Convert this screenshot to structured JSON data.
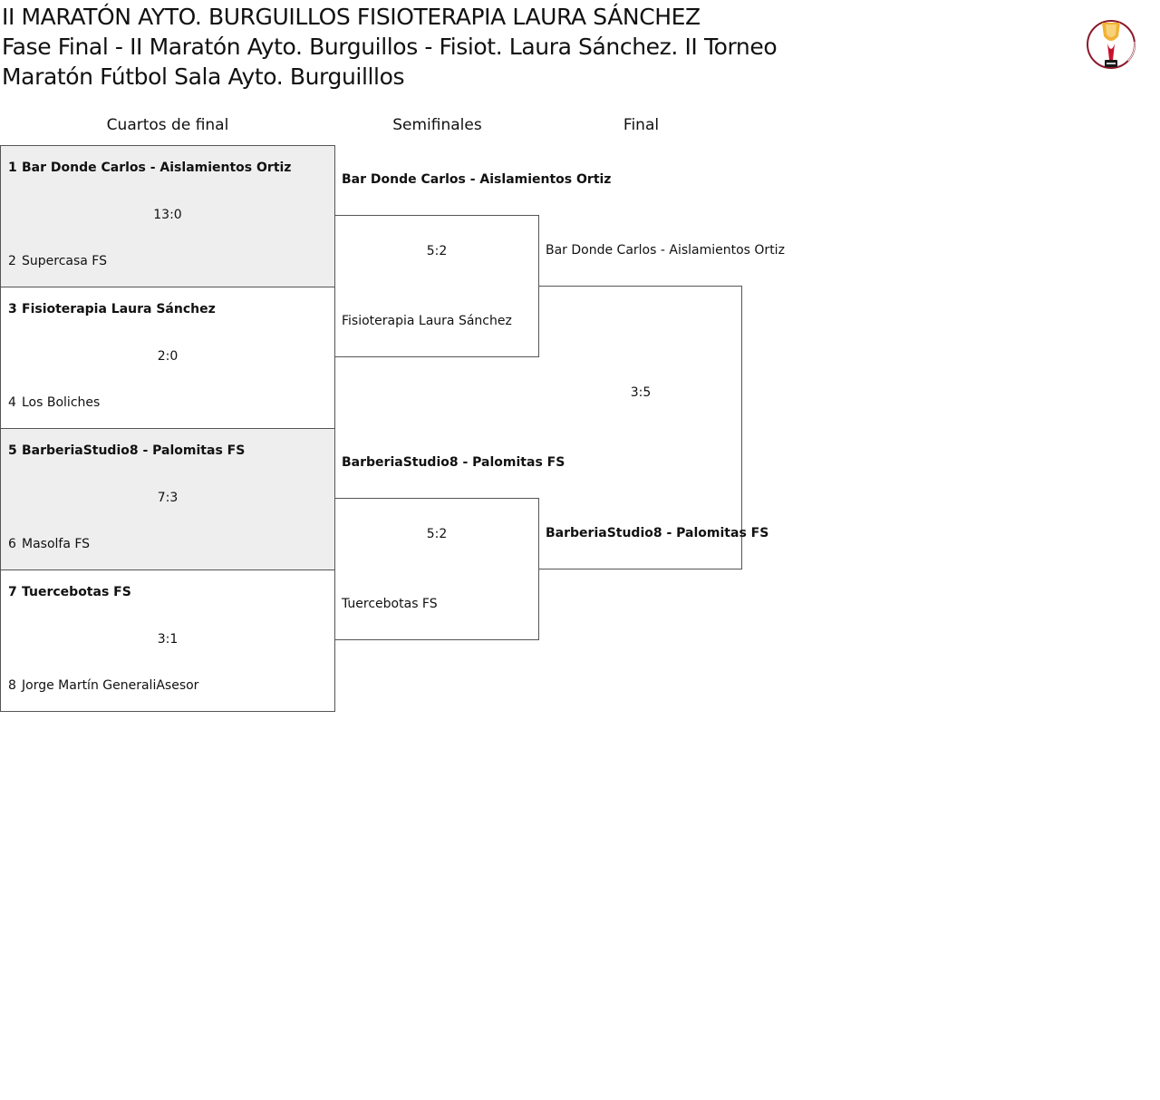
{
  "header": {
    "title_line1": "II MARATÓN AYTO. BURGUILLOS FISIOTERAPIA LAURA SÁNCHEZ",
    "title_line2": "Fase Final - II Maratón Ayto. Burguillos - Fisiot. Laura Sánchez. II Torneo Maratón Fútbol Sala Ayto. Burguilllos"
  },
  "rounds": {
    "quarterfinals": "Cuartos de final",
    "semifinals": "Semifinales",
    "final": "Final"
  },
  "quarterfinals": [
    {
      "seed_a": "1",
      "team_a": "Bar Donde Carlos - Aislamientos Ortiz",
      "score": "13:0",
      "seed_b": "2",
      "team_b": "Supercasa FS",
      "winner": "a"
    },
    {
      "seed_a": "3",
      "team_a": "Fisioterapia Laura Sánchez",
      "score": "2:0",
      "seed_b": "4",
      "team_b": "Los Boliches",
      "winner": "a"
    },
    {
      "seed_a": "5",
      "team_a": "BarberiaStudio8 - Palomitas FS",
      "score": "7:3",
      "seed_b": "6",
      "team_b": "Masolfa FS",
      "winner": "a"
    },
    {
      "seed_a": "7",
      "team_a": "Tuercebotas FS",
      "score": "3:1",
      "seed_b": "8",
      "team_b": "Jorge Martín GeneraliAsesor",
      "winner": "a"
    }
  ],
  "semifinals": [
    {
      "team_a": "Bar Donde Carlos - Aislamientos Ortiz",
      "score": "5:2",
      "team_b": "Fisioterapia Laura Sánchez"
    },
    {
      "team_a": "BarberiaStudio8 - Palomitas FS",
      "score": "5:2",
      "team_b": "Tuercebotas FS"
    }
  ],
  "final": {
    "team_a": "Bar Donde Carlos - Aislamientos Ortiz",
    "score": "3:5",
    "team_b": "BarberiaStudio8 - Palomitas FS"
  },
  "logo": {
    "icon": "trophy-icon",
    "colors": {
      "cup": "#f2b233",
      "ring": "#8b1a2b"
    }
  }
}
